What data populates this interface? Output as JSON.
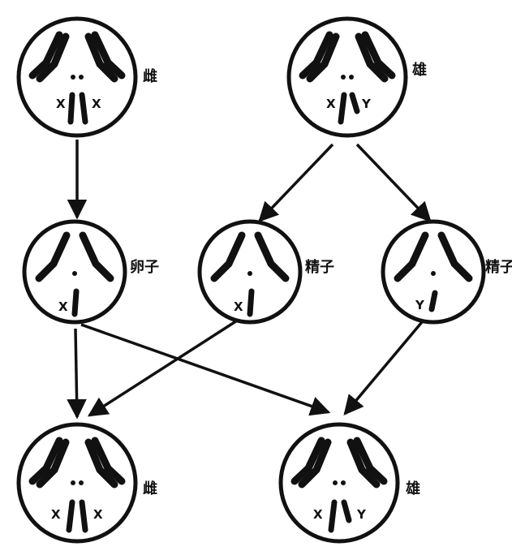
{
  "cells": [
    {
      "id": "female-parent",
      "label": "雌",
      "sex_chromosomes": [
        "X",
        "X"
      ]
    },
    {
      "id": "male-parent",
      "label": "雄",
      "sex_chromosomes": [
        "X",
        "Y"
      ]
    },
    {
      "id": "egg",
      "label": "卵子",
      "sex_chromosomes": [
        "X"
      ]
    },
    {
      "id": "sperm-x",
      "label": "精子",
      "sex_chromosomes": [
        "X"
      ]
    },
    {
      "id": "sperm-y",
      "label": "精子",
      "sex_chromosomes": [
        "Y"
      ]
    },
    {
      "id": "female-offspring",
      "label": "雌",
      "sex_chromosomes": [
        "X",
        "X"
      ]
    },
    {
      "id": "male-offspring",
      "label": "雄",
      "sex_chromosomes": [
        "X",
        "Y"
      ]
    }
  ],
  "colors": {
    "ink": "#111111",
    "paper": "#ffffff"
  }
}
